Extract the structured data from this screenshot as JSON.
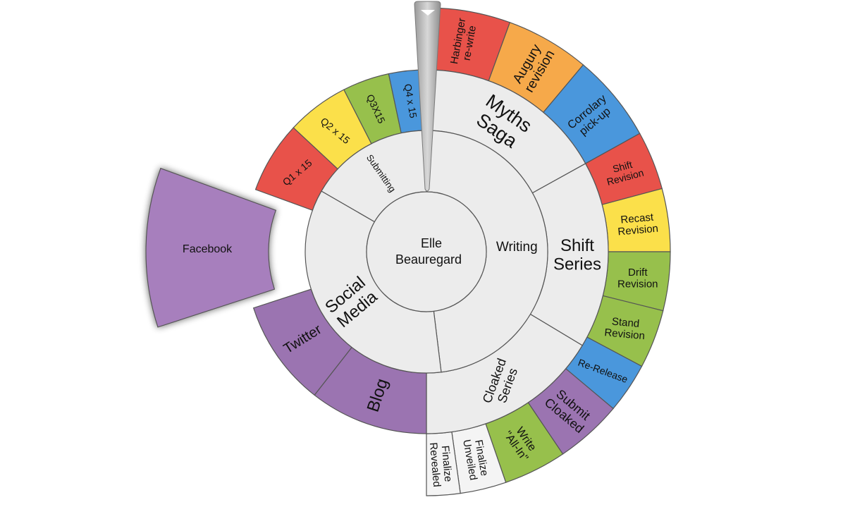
{
  "center": {
    "line1": "Elle",
    "line2": "Beauregard"
  },
  "colors": {
    "red": "#e8524a",
    "orange": "#f6a94a",
    "blue": "#4a97dc",
    "yellow": "#fbe04a",
    "green": "#97c04c",
    "purple": "#9b74b1",
    "purple_hover": "#a77fbd",
    "grey": "#ececec",
    "white_seg": "#f4f4f4",
    "border": "#555555",
    "text": "#111111"
  },
  "ring1": [
    {
      "id": "writing",
      "label": [
        "Writing"
      ]
    },
    {
      "id": "social-media",
      "label": [
        "Social",
        "Media"
      ]
    },
    {
      "id": "submitting",
      "label": [
        "Submitting"
      ]
    }
  ],
  "ring2": [
    {
      "id": "myths-saga",
      "label": [
        "Myths",
        "Saga"
      ]
    },
    {
      "id": "shift-series",
      "label": [
        "Shift",
        "Series"
      ]
    },
    {
      "id": "cloaked-series",
      "label": [
        "Cloaked",
        "Series"
      ]
    },
    {
      "id": "blog",
      "label": [
        "Blog"
      ]
    },
    {
      "id": "twitter",
      "label": [
        "Twitter"
      ]
    },
    {
      "id": "facebook",
      "label": [
        "Facebook"
      ]
    },
    {
      "id": "q1",
      "label": [
        "Q1 x 15"
      ]
    },
    {
      "id": "q2",
      "label": [
        "Q2 x 15"
      ]
    },
    {
      "id": "q3",
      "label": [
        "Q3X15"
      ]
    },
    {
      "id": "q4",
      "label": [
        "Q4 x 15"
      ]
    }
  ],
  "ring3": [
    {
      "id": "harbinger",
      "label": [
        "Harbinger",
        "re-write"
      ]
    },
    {
      "id": "augury",
      "label": [
        "Augury",
        "revision"
      ]
    },
    {
      "id": "corrolary",
      "label": [
        "Corrolary",
        "pick-up"
      ]
    },
    {
      "id": "shift-revision",
      "label": [
        "Shift",
        "Revision"
      ]
    },
    {
      "id": "recast",
      "label": [
        "Recast",
        "Revision"
      ]
    },
    {
      "id": "drift",
      "label": [
        "Drift",
        "Revision"
      ]
    },
    {
      "id": "stand",
      "label": [
        "Stand",
        "Revision"
      ]
    },
    {
      "id": "re-release",
      "label": [
        "Re-Release"
      ]
    },
    {
      "id": "submit-cloaked",
      "label": [
        "Submit",
        "Cloaked"
      ]
    },
    {
      "id": "write-all-in",
      "label": [
        "Write",
        "\"All-In\""
      ]
    },
    {
      "id": "finalize-unveiled",
      "label": [
        "Finalize",
        "Unveiled"
      ]
    },
    {
      "id": "finalize-revealed",
      "label": [
        "Finalize",
        "Revealed"
      ]
    }
  ]
}
